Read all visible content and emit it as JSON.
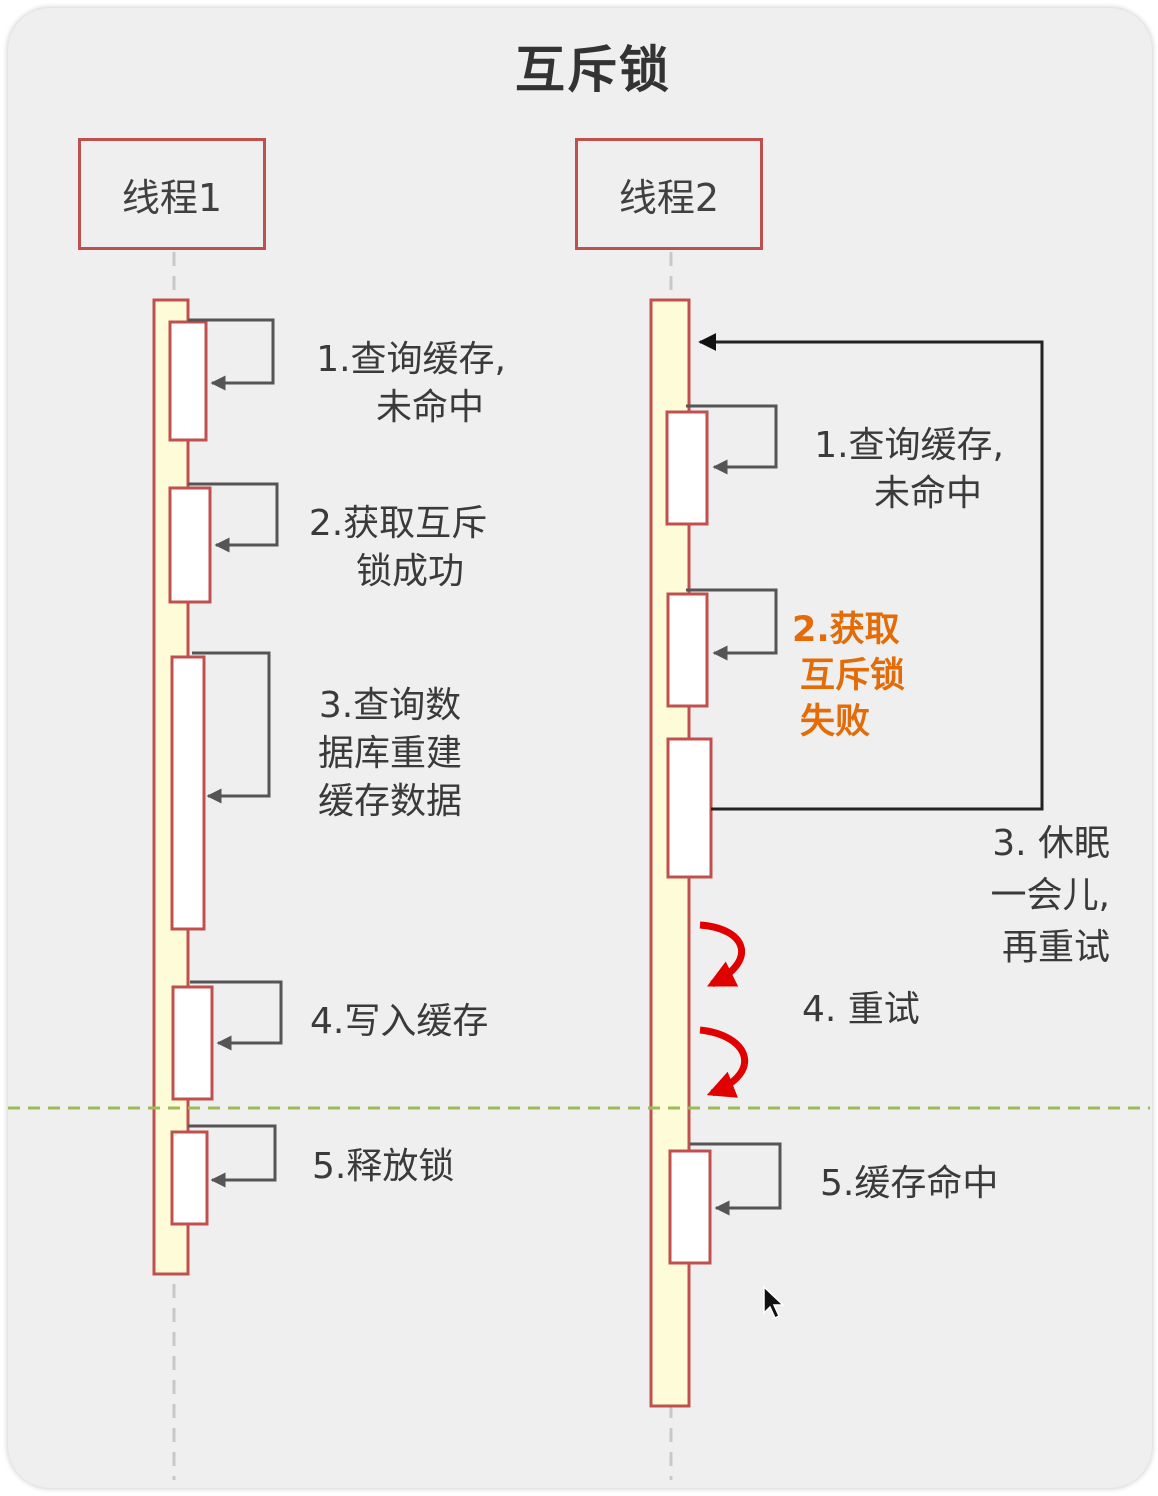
{
  "title": "互斥锁",
  "threads": [
    {
      "name": "线程1"
    },
    {
      "name": "线程2"
    }
  ],
  "thread1_steps": {
    "step1": [
      "1.查询缓存,",
      "未命中"
    ],
    "step2": [
      "2.获取互斥",
      "锁成功"
    ],
    "step3": [
      "3.查询数",
      "据库重建",
      "缓存数据"
    ],
    "step4": "4.写入缓存",
    "step5": "5.释放锁"
  },
  "thread2_steps": {
    "step1": [
      "1.查询缓存,",
      "未命中"
    ],
    "step2": [
      "2.获取",
      "互斥锁",
      "失败"
    ],
    "step3": [
      "3. 休眠",
      "一会儿,",
      "再重试"
    ],
    "step4": "4. 重试",
    "step5": "5.缓存命中"
  },
  "colors": {
    "header_border": "#c0504d",
    "activation_border": "#c0504d",
    "lifeline_fill": "#fefbd8",
    "failure_text": "#e36c09",
    "retry_arrow": "#e00000",
    "divider": "#9bbb59"
  }
}
